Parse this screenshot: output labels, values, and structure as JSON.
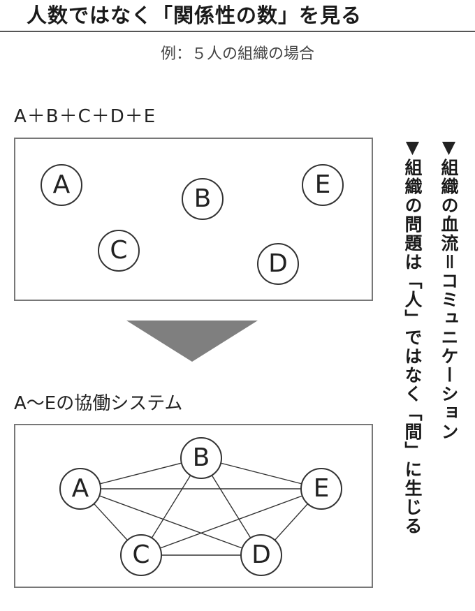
{
  "title": "人数ではなく「関係性の数」を見る",
  "subtitle": "例：５人の組織の場合",
  "top_diagram": {
    "label": "A＋B＋C＋D＋E",
    "nodes": [
      {
        "id": "A",
        "label": "A"
      },
      {
        "id": "B",
        "label": "B"
      },
      {
        "id": "C",
        "label": "C"
      },
      {
        "id": "D",
        "label": "D"
      },
      {
        "id": "E",
        "label": "E"
      }
    ]
  },
  "bottom_diagram": {
    "label": "A〜Eの協働システム",
    "nodes": [
      {
        "id": "A",
        "label": "A"
      },
      {
        "id": "B",
        "label": "B"
      },
      {
        "id": "C",
        "label": "C"
      },
      {
        "id": "D",
        "label": "D"
      },
      {
        "id": "E",
        "label": "E"
      }
    ],
    "edges": [
      [
        "A",
        "B"
      ],
      [
        "A",
        "C"
      ],
      [
        "A",
        "D"
      ],
      [
        "A",
        "E"
      ],
      [
        "B",
        "C"
      ],
      [
        "B",
        "D"
      ],
      [
        "B",
        "E"
      ],
      [
        "C",
        "D"
      ],
      [
        "C",
        "E"
      ],
      [
        "D",
        "E"
      ]
    ]
  },
  "notes": [
    {
      "marker": "▼",
      "text": "組織の血流＝コミュニケーション"
    },
    {
      "marker": "▼",
      "text": "組織の問題は「人」ではなく「間」に生じる"
    }
  ],
  "colors": {
    "arrow": "#7f7f7f",
    "stroke": "#333333",
    "panel_border": "#777777"
  }
}
